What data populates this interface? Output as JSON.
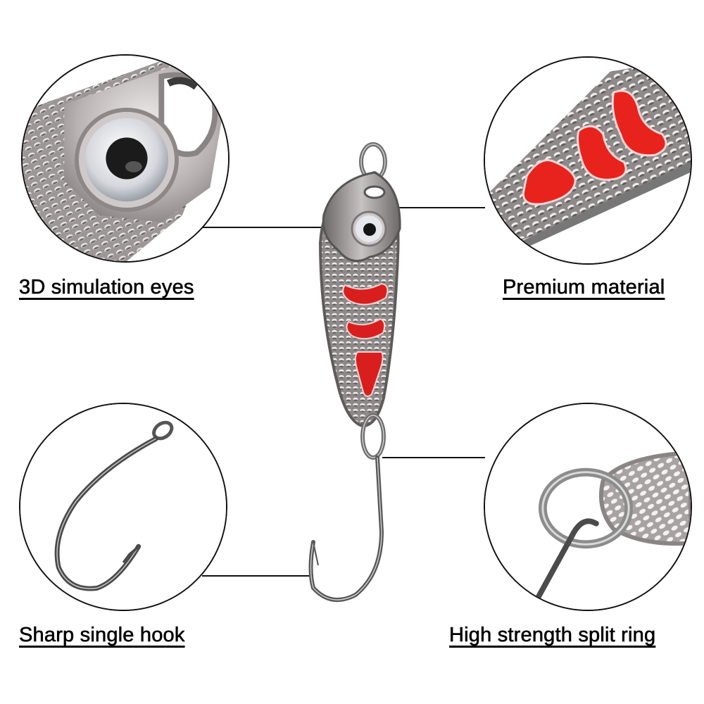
{
  "features": [
    {
      "id": "eyes",
      "label": "3D simulation eyes",
      "detail": "close-up of 3D eye on lure body"
    },
    {
      "id": "material",
      "label": "Premium material",
      "detail": "close-up of scaled metal body with red enamel markings"
    },
    {
      "id": "hook",
      "label": "Sharp single hook",
      "detail": "close-up of single barbed hook"
    },
    {
      "id": "split_ring",
      "label": "High strength split ring",
      "detail": "close-up of split ring joining hook to lure"
    }
  ],
  "product": {
    "name": "metal spoon fishing lure",
    "body_color": "#8d8d8d",
    "accent_color": "#e0231f"
  },
  "colors": {
    "line": "#111111",
    "text": "#000000",
    "background": "#ffffff"
  }
}
